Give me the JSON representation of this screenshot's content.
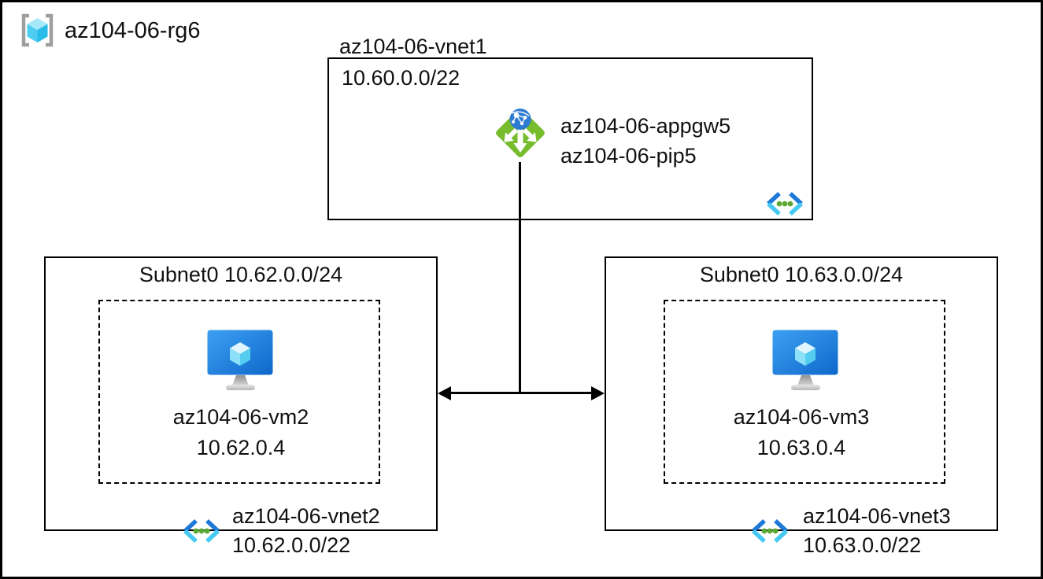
{
  "resource_group": {
    "label": "az104-06-rg6"
  },
  "vnet1": {
    "title": "az104-06-vnet1",
    "cidr": "10.60.0.0/22",
    "appgw_name": "az104-06-appgw5",
    "pip_name": "az104-06-pip5"
  },
  "vnet2": {
    "subnet_label": "Subnet0 10.62.0.0/24",
    "vm_name": "az104-06-vm2",
    "vm_ip": "10.62.0.4",
    "vnet_name": "az104-06-vnet2",
    "cidr": "10.62.0.0/22"
  },
  "vnet3": {
    "subnet_label": "Subnet0 10.63.0.0/24",
    "vm_name": "az104-06-vm3",
    "vm_ip": "10.63.0.4",
    "vnet_name": "az104-06-vnet3",
    "cidr": "10.63.0.0/22"
  },
  "icons": {
    "resource_group": "resource-group-icon",
    "application_gateway": "application-gateway-icon",
    "virtual_machine": "virtual-machine-icon",
    "virtual_network": "virtual-network-icon"
  },
  "colors": {
    "line_black": "#000000",
    "appgw_green": "#76bc2d",
    "globe_blue": "#2e7bd3",
    "vm_monitor_blue_light": "#3da0f2",
    "vm_monitor_blue_dark": "#0f68cb",
    "cube_cyan_light": "#a6e9f9",
    "cube_cyan_mid": "#4ecdf2",
    "cube_cyan_dark": "#28bce8",
    "bracket_gray": "#9e9e9e",
    "chevron_dark_blue": "#1e78d7",
    "chevron_cyan": "#45c9f2",
    "dot_green": "#5aa832"
  }
}
